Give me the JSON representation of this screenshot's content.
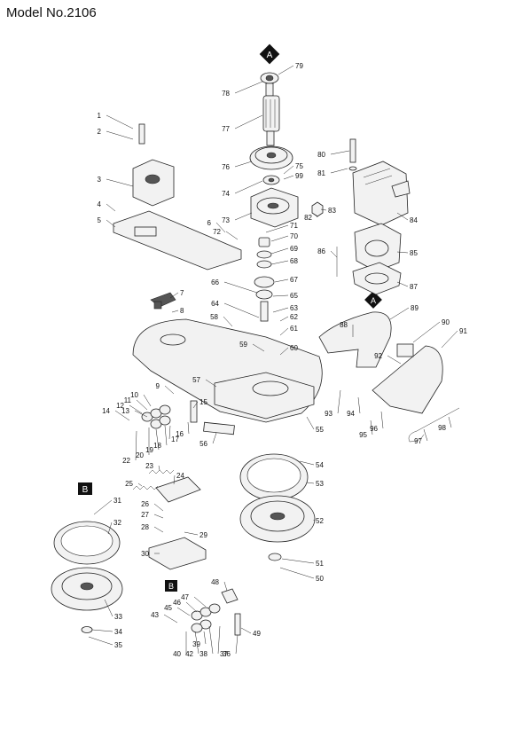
{
  "title": "Model No.2106",
  "markers": [
    "A",
    "B"
  ],
  "parts": {
    "p1": "1",
    "p2": "2",
    "p3": "3",
    "p4": "4",
    "p5": "5",
    "p6": "6",
    "p7": "7",
    "p8": "8",
    "p9": "9",
    "p10": "10",
    "p11": "11",
    "p12": "12",
    "p13": "13",
    "p14": "14",
    "p15": "15",
    "p16": "16",
    "p17": "17",
    "p18": "18",
    "p19": "19",
    "p20": "20",
    "p22": "22",
    "p23": "23",
    "p24": "24",
    "p25": "25",
    "p26": "26",
    "p27": "27",
    "p28": "28",
    "p29": "29",
    "p30": "30",
    "p31": "31",
    "p32": "32",
    "p33": "33",
    "p34": "34",
    "p35": "35",
    "p36": "36",
    "p37": "37",
    "p38": "38",
    "p39": "39",
    "p40": "40",
    "p42": "42",
    "p43": "43",
    "p45": "45",
    "p46": "46",
    "p47": "47",
    "p48": "48",
    "p49": "49",
    "p50": "50",
    "p51": "51",
    "p52": "52",
    "p53": "53",
    "p54": "54",
    "p55": "55",
    "p56": "56",
    "p57": "57",
    "p58": "58",
    "p59": "59",
    "p60": "60",
    "p61": "61",
    "p62": "62",
    "p63": "63",
    "p64": "64",
    "p65": "65",
    "p66": "66",
    "p67": "67",
    "p68": "68",
    "p69": "69",
    "p70": "70",
    "p71": "71",
    "p72": "72",
    "p73": "73",
    "p74": "74",
    "p75": "75",
    "p76": "76",
    "p77": "77",
    "p78": "78",
    "p79": "79",
    "p80": "80",
    "p81": "81",
    "p82": "82",
    "p83": "83",
    "p84": "84",
    "p85": "85",
    "p86": "86",
    "p87": "87",
    "p88": "88",
    "p89": "89",
    "p90": "90",
    "p91": "91",
    "p92": "92",
    "p93": "93",
    "p94": "94",
    "p95": "95",
    "p96": "96",
    "p97": "97",
    "p98": "98",
    "p99": "99"
  }
}
